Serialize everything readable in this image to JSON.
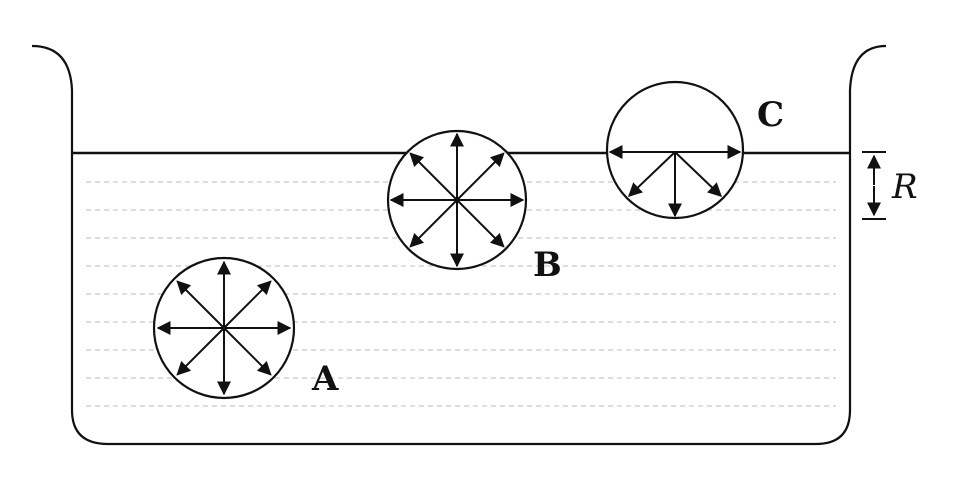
{
  "figure": {
    "labels": {
      "drop_a": "A",
      "drop_b": "B",
      "drop_c": "C",
      "radius": "R"
    }
  }
}
